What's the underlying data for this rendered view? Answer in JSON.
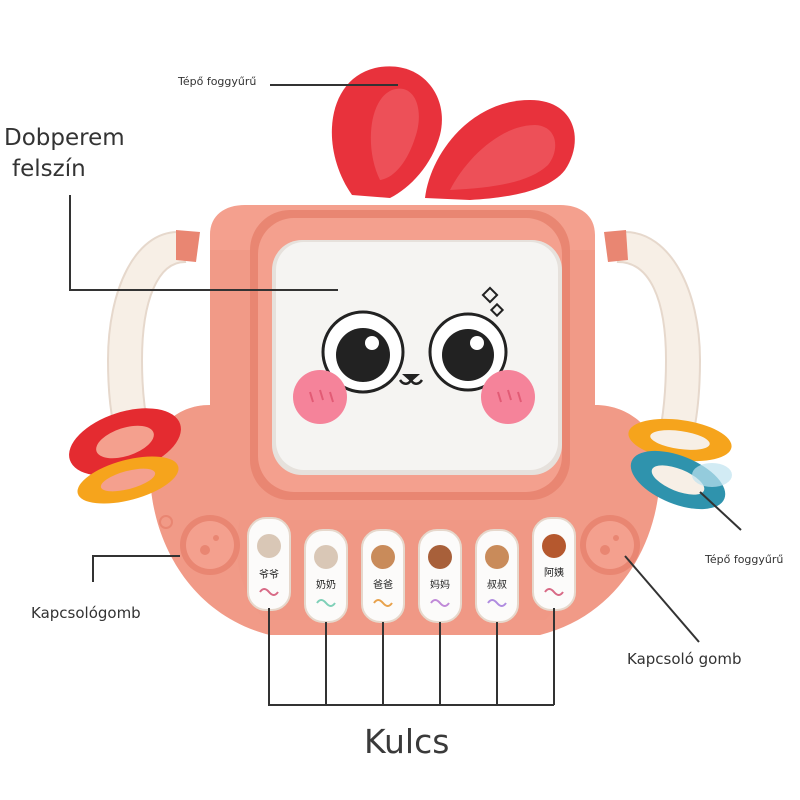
{
  "labels": {
    "teether_top": "Tépő foggyűrű",
    "drum_surface_line1": "Dobperem",
    "drum_surface_line2": "felszín",
    "switch_left": "Kapcsológomb",
    "teether_right": "Tépő foggyűrű",
    "switch_right": "Kapcsoló gomb",
    "keys": "Kulcs"
  },
  "keys": [
    "爷爷",
    "奶奶",
    "爸爸",
    "妈妈",
    "叔叔",
    "阿姨"
  ],
  "colors": {
    "body": "#f4a08e",
    "body_dark": "#e98672",
    "ears": "#e8323c",
    "handle": "#f7efe6",
    "screen": "#f5f4f2",
    "cheek": "#f5839a",
    "ring_red": "#e42b30",
    "ring_orange": "#f6a41c",
    "ring_teal": "#2f93ad",
    "line": "#333333"
  }
}
